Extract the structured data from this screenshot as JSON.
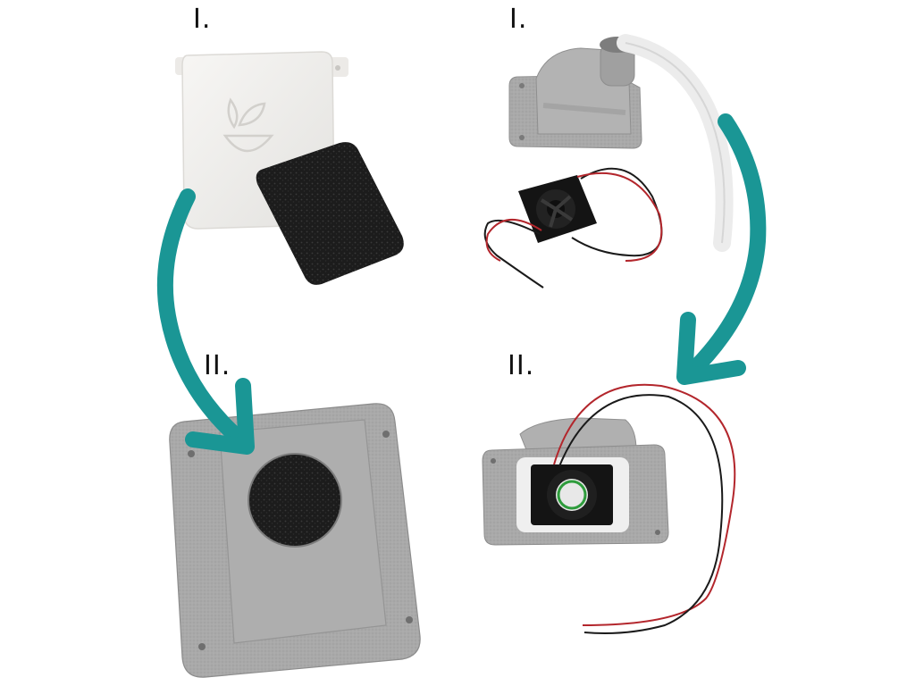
{
  "step_labels": {
    "top_left": "I.",
    "top_right": "I.",
    "bottom_left": "II.",
    "bottom_right": "II."
  },
  "colors": {
    "arrow": "#1a9695",
    "white_part": "#f1f0ee",
    "gray_part": "#a8a8a8",
    "foam": "#1c1c1c",
    "fan": "#151515",
    "wire_red": "#b3262c",
    "wire_black": "#1a1a1a"
  },
  "icons": [
    "white-housing-icon",
    "foam-filter-icon",
    "gray-duct-icon",
    "silicone-hose-icon",
    "fan-icon",
    "assembled-filter-plate-icon",
    "assembled-fan-duct-icon",
    "curved-arrow-icon"
  ]
}
